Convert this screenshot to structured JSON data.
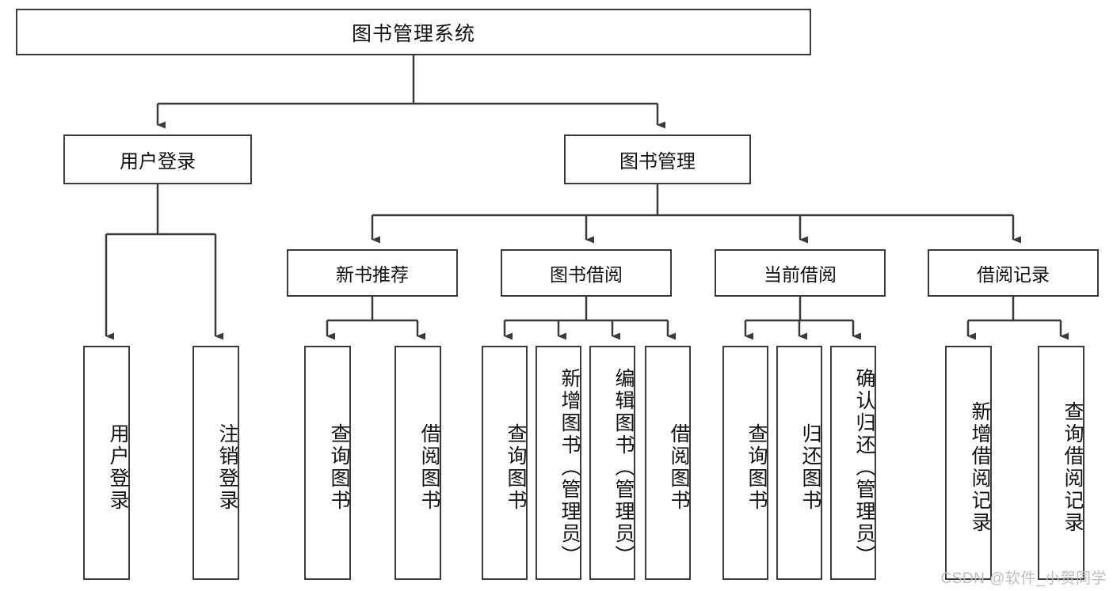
{
  "diagram": {
    "type": "tree-hierarchy",
    "title": "图书管理系统",
    "root": {
      "label": "图书管理系统"
    },
    "level2": [
      {
        "label": "用户登录"
      },
      {
        "label": "图书管理"
      }
    ],
    "level3": [
      {
        "label": "新书推荐"
      },
      {
        "label": "图书借阅"
      },
      {
        "label": "当前借阅"
      },
      {
        "label": "借阅记录"
      }
    ],
    "leaves": {
      "user_login": [
        {
          "label": "用户登录"
        },
        {
          "label": "注销登录"
        }
      ],
      "new_book_recommend": [
        {
          "label": "查询图书"
        },
        {
          "label": "借阅图书"
        }
      ],
      "book_borrow": [
        {
          "label": "查询图书"
        },
        {
          "label": "新增图书（管理员）"
        },
        {
          "label": "编辑图书（管理员）"
        },
        {
          "label": "借阅图书"
        }
      ],
      "current_borrow": [
        {
          "label": "查询图书"
        },
        {
          "label": "归还图书"
        },
        {
          "label": "确认归还（管理员）"
        }
      ],
      "borrow_record": [
        {
          "label": "新增借阅记录"
        },
        {
          "label": "查询借阅记录"
        }
      ]
    }
  },
  "watermark": {
    "text": "CSDN @软件_小贺同学"
  },
  "colors": {
    "stroke": "#3a3a3a",
    "background": "#ffffff",
    "text": "#111111",
    "watermark": "#bdbdbd"
  }
}
